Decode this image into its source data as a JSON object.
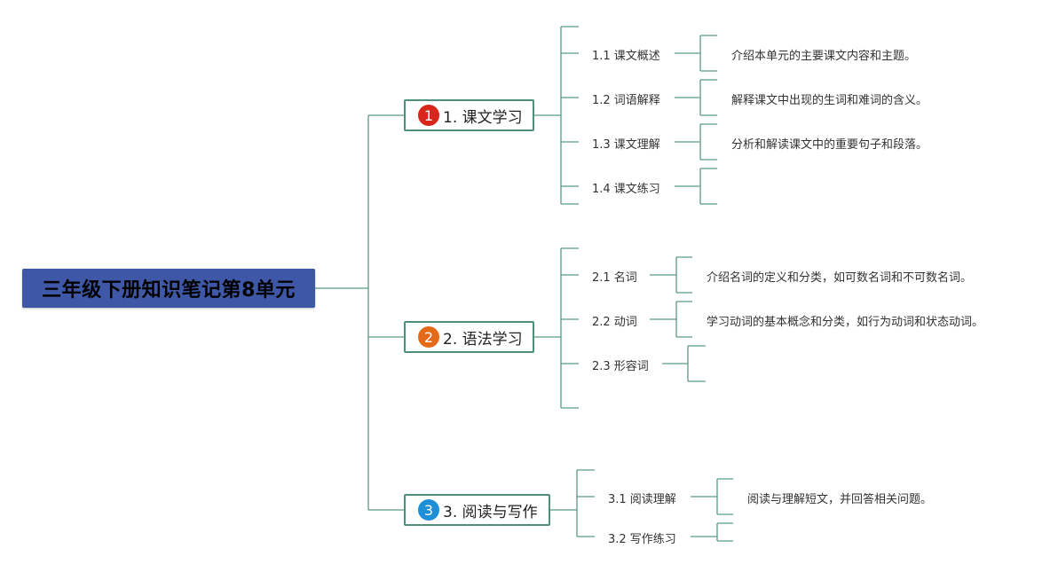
{
  "root": {
    "title": "三年级下册知识笔记第8单元"
  },
  "colors": {
    "root_bg": "#3e57a6",
    "line": "#5a9a86",
    "badge_1": "#d9261c",
    "badge_2": "#e46a1a",
    "badge_3": "#1e8fd6"
  },
  "branches": [
    {
      "number": "1",
      "label": "1. 课文学习",
      "children": [
        {
          "label": "1.1 课文概述",
          "leaf": "介绍本单元的主要课文内容和主题。"
        },
        {
          "label": "1.2 词语解释",
          "leaf": "解释课文中出现的生词和难词的含义。"
        },
        {
          "label": "1.3 课文理解",
          "leaf": "分析和解读课文中的重要句子和段落。"
        },
        {
          "label": "1.4 课文练习",
          "leaf": ""
        }
      ]
    },
    {
      "number": "2",
      "label": "2. 语法学习",
      "children": [
        {
          "label": "2.1 名词",
          "leaf": "介绍名词的定义和分类，如可数名词和不可数名词。"
        },
        {
          "label": "2.2 动词",
          "leaf": "学习动词的基本概念和分类，如行为动词和状态动词。"
        },
        {
          "label": "2.3 形容词",
          "leaf": ""
        }
      ]
    },
    {
      "number": "3",
      "label": "3. 阅读与写作",
      "children": [
        {
          "label": "3.1 阅读理解",
          "leaf": "阅读与理解短文，并回答相关问题。"
        },
        {
          "label": "3.2 写作练习",
          "leaf": ""
        }
      ]
    }
  ]
}
